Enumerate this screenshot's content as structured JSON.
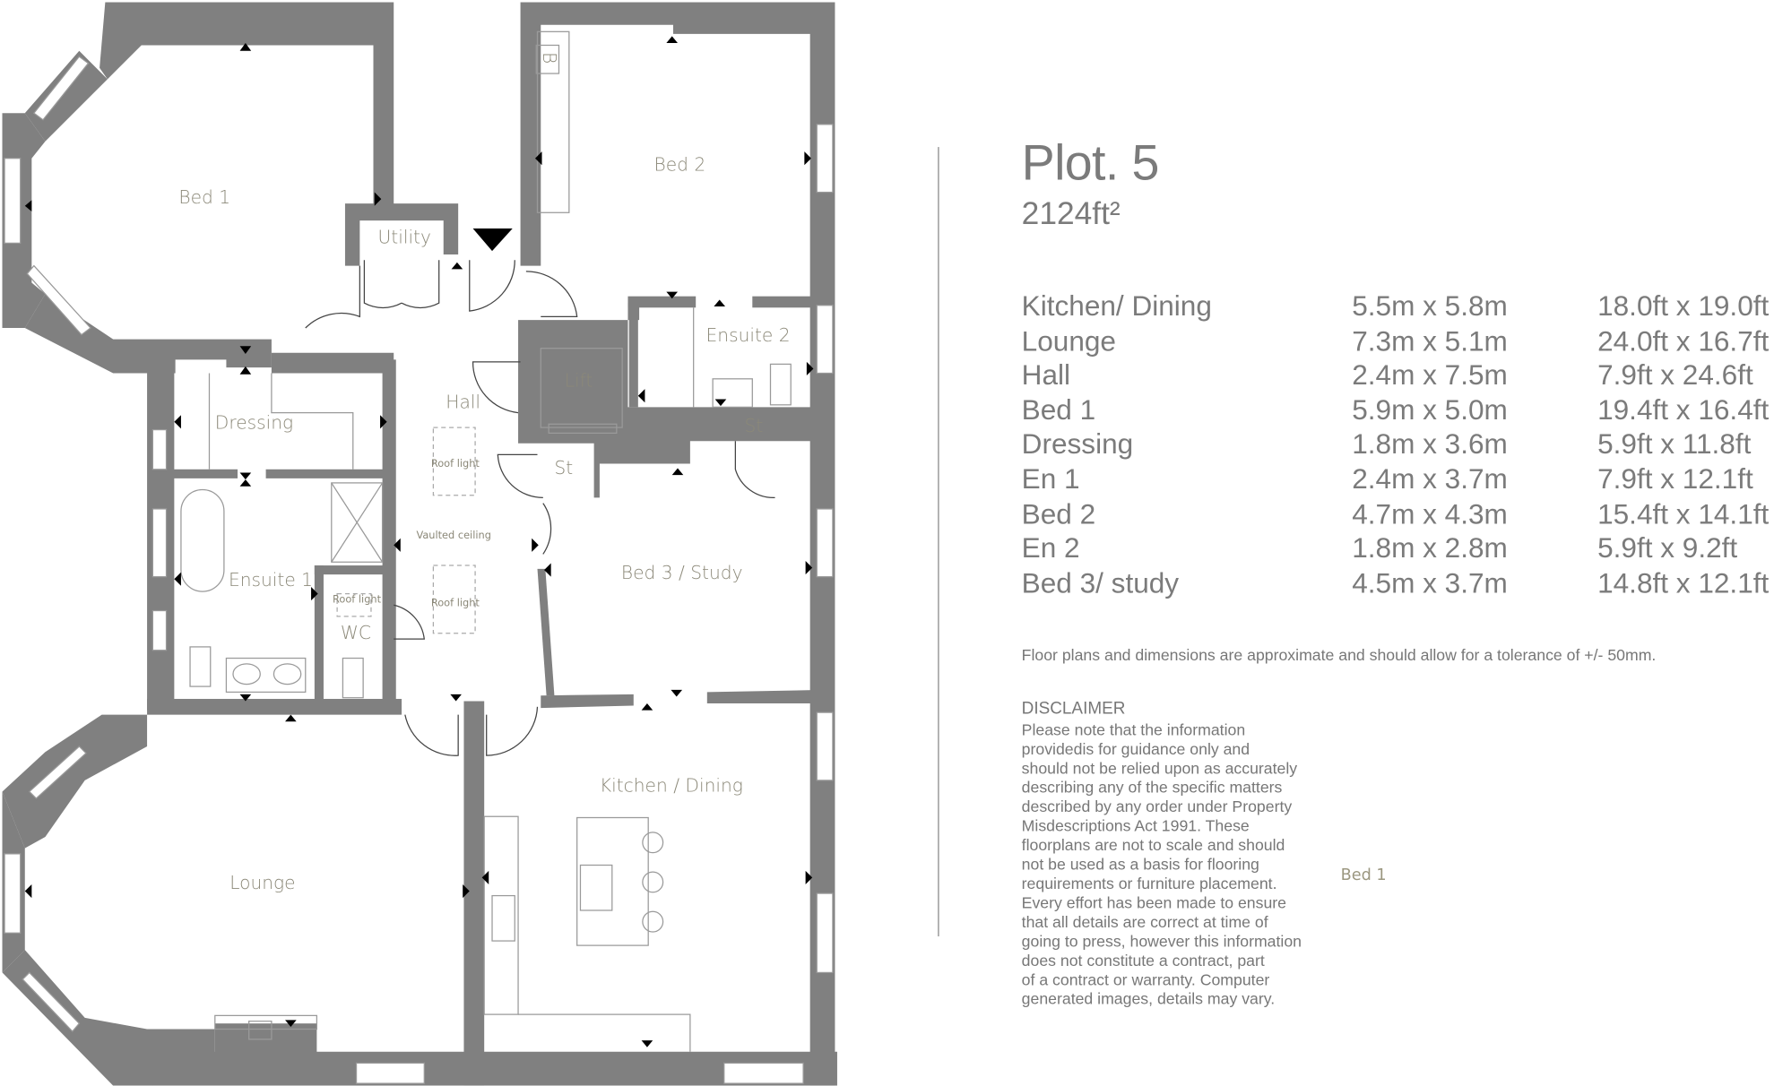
{
  "plot": {
    "title": "Plot. 5",
    "area": "2124ft²"
  },
  "rooms_table": [
    {
      "name": "Kitchen/ Dining",
      "metric": "5.5m x 5.8m",
      "imperial": "18.0ft x 19.0ft"
    },
    {
      "name": "Lounge",
      "metric": "7.3m x 5.1m",
      "imperial": "24.0ft x 16.7ft"
    },
    {
      "name": "Hall",
      "metric": "2.4m x 7.5m",
      "imperial": "7.9ft x 24.6ft"
    },
    {
      "name": "Bed 1",
      "metric": "5.9m x 5.0m",
      "imperial": "19.4ft x 16.4ft"
    },
    {
      "name": "Dressing",
      "metric": "1.8m x 3.6m",
      "imperial": "5.9ft x 11.8ft"
    },
    {
      "name": "En 1",
      "metric": "2.4m x 3.7m",
      "imperial": "7.9ft x 12.1ft"
    },
    {
      "name": "Bed 2",
      "metric": "4.7m x 4.3m",
      "imperial": "15.4ft x 14.1ft"
    },
    {
      "name": "En 2",
      "metric": "1.8m x 2.8m",
      "imperial": "5.9ft x 9.2ft"
    },
    {
      "name": "Bed 3/ study",
      "metric": "4.5m x 3.7m",
      "imperial": "14.8ft x 12.1ft"
    }
  ],
  "tolerance_note": "Floor plans and dimensions are approximate and should allow for a tolerance of +/- 50mm.",
  "disclaimer": {
    "heading": "DISCLAIMER",
    "lines": [
      "Please note that the information",
      "providedis for guidance only and",
      "should not be relied upon as accurately",
      "describing any of the specific matters",
      "described by any order under Property",
      "Misdescriptions Act 1991. These",
      "floorplans are not to scale and should",
      "not be used as a basis for flooring",
      "requirements or furniture placement.",
      "Every effort has been made to ensure",
      "that all details are correct at time of",
      "going to press, however this information",
      "does not constitute a contract, part",
      "of a contract or warranty. Computer",
      "generated images, details may vary."
    ]
  },
  "plan_labels": {
    "bed1": "Bed 1",
    "bed2": "Bed 2",
    "utility": "Utility",
    "boiler": "B",
    "ensuite2": "Ensuite 2",
    "lift": "Lift",
    "hall": "Hall",
    "st1": "St",
    "st2": "St",
    "dressing": "Dressing",
    "roof_light": "Roof light",
    "vaulted": "Vaulted ceiling",
    "ensuite1": "Ensuite 1",
    "wc": "WC",
    "bed3": "Bed 3 / Study",
    "kitchen": "Kitchen / Dining",
    "lounge": "Lounge",
    "stray_label": "Bed 1"
  },
  "colors": {
    "wall": "#808080",
    "room_label": "#8b8878",
    "text": "#7b7b7b"
  }
}
